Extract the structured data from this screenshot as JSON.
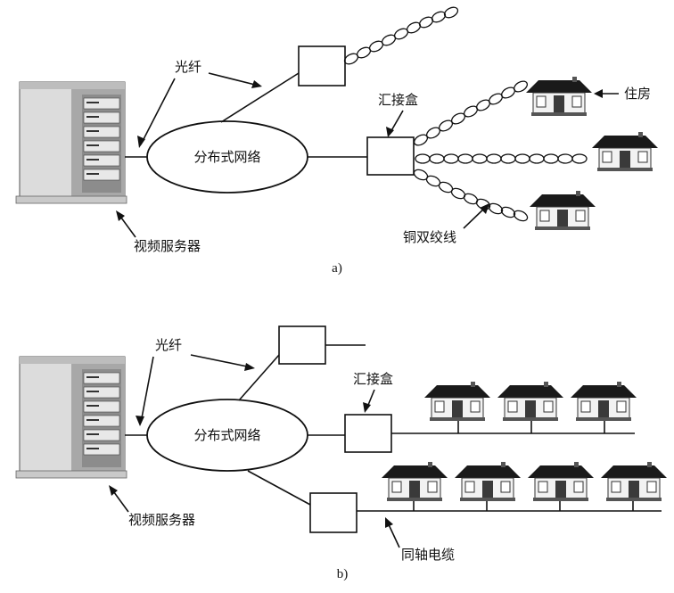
{
  "panel_a": {
    "caption": "a)",
    "labels": {
      "fiber": "光纤",
      "network": "分布式网络",
      "junction_box": "汇接盒",
      "house": "住房",
      "copper": "铜双绞线",
      "server": "视频服务器"
    }
  },
  "panel_b": {
    "caption": "b)",
    "labels": {
      "fiber": "光纤",
      "network": "分布式网络",
      "junction_box": "汇接盒",
      "coax": "同轴电缆",
      "server": "视频服务器"
    }
  },
  "colors": {
    "ink": "#111111",
    "server_light": "#e6e6e6",
    "server_dark": "#8a8a8a",
    "roof": "#1a1a1a"
  },
  "icons": [
    "video-server-icon",
    "house-icon"
  ]
}
